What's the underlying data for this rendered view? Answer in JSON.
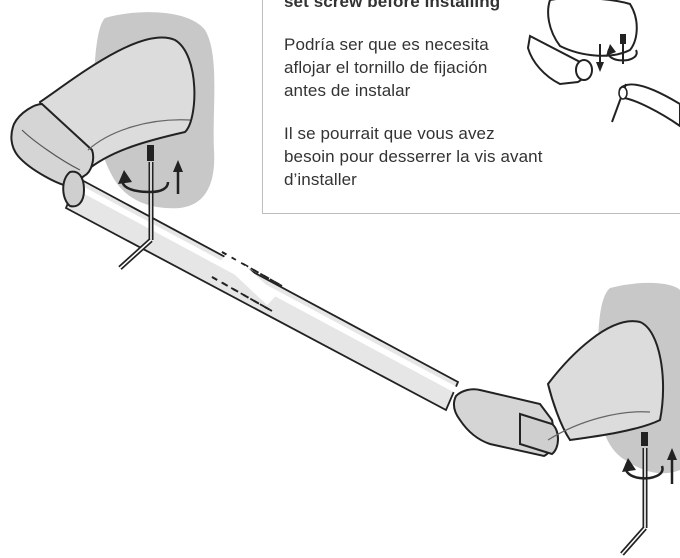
{
  "callout": {
    "english": "set screw before installing",
    "spanish": "Podría ser que es necesita aflojar el tornillo de fijación antes de instalar",
    "french": "Il se pourrait que vous avez besoin pour desserrer la vis avant d’installer"
  }
}
